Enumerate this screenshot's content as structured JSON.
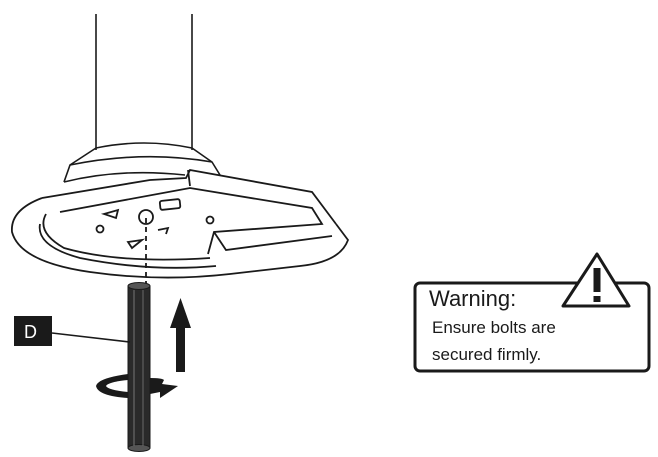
{
  "callout": {
    "letter": "D"
  },
  "warning": {
    "title": "Warning:",
    "line1": "Ensure bolts are",
    "line2": "secured firmly.",
    "icon": "warning-triangle-icon"
  },
  "colors": {
    "ink": "#1a1a1a",
    "paper": "#ffffff"
  }
}
